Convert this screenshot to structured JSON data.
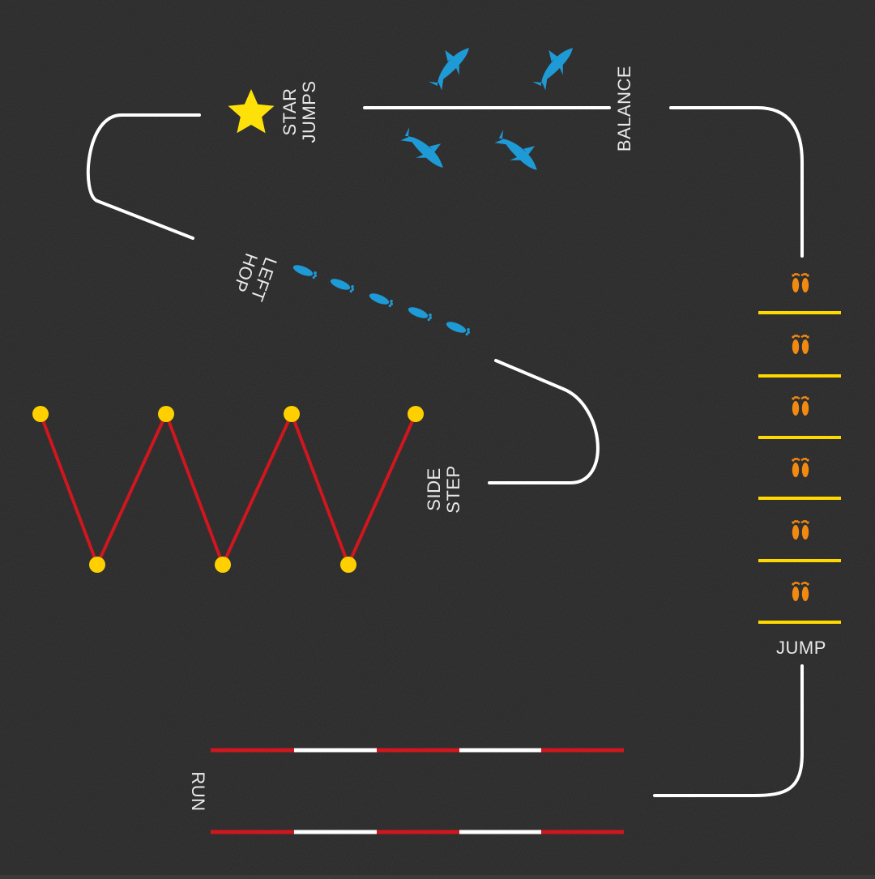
{
  "labels": {
    "star_jumps": "STAR\nJUMPS",
    "balance": "BALANCE",
    "left_hop": "LEFT\nHOP",
    "side_step": "SIDE\nSTEP",
    "jump": "JUMP",
    "run": "RUN"
  },
  "colors": {
    "asphalt": "#3a3a3a",
    "path_line": "#ffffff",
    "zigzag_line": "#d0161e",
    "zigzag_dot": "#ffd000",
    "star": "#ffe10a",
    "shark": "#1e9ad6",
    "footprint_blue": "#1e9ad6",
    "footprint_orange": "#f28a12",
    "jump_bar": "#ffd800",
    "run_red": "#d0161e",
    "run_white": "#ffffff",
    "label_text": "#e9e9e9"
  },
  "icons": {
    "star": "star-icon",
    "shark": "shark-icon",
    "footprints": "footprints-icon"
  },
  "counts": {
    "sharks": 4,
    "hop_prints": 5,
    "jump_squares": 6,
    "zigzag_dots": 7
  }
}
